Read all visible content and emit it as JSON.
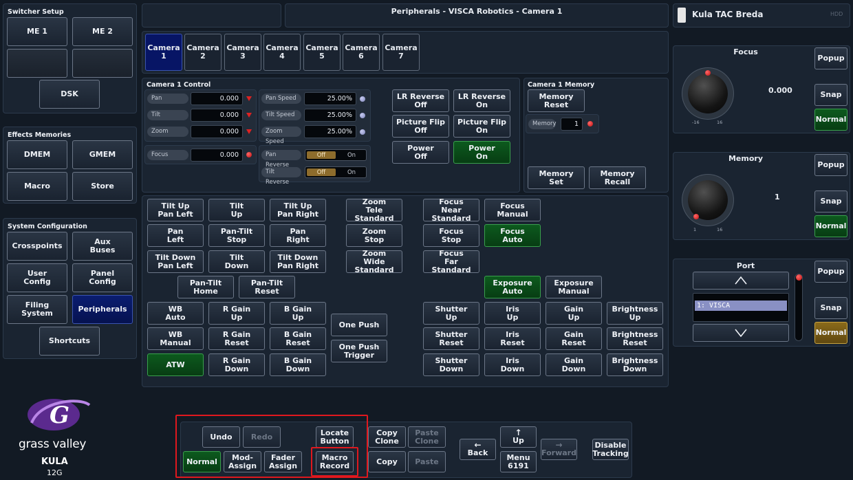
{
  "left": {
    "switcher_setup": {
      "title": "Switcher Setup",
      "me1": "ME 1",
      "me2": "ME 2",
      "dsk": "DSK"
    },
    "effects_memories": {
      "title": "Effects Memories",
      "dmem": "DMEM",
      "gmem": "GMEM",
      "macro": "Macro",
      "store": "Store"
    },
    "system_config": {
      "title": "System Configuration",
      "crosspoints": "Crosspoints",
      "aux_buses": "Aux\nBuses",
      "user_config": "User\nConfig",
      "panel_config": "Panel\nConfig",
      "filing_system": "Filing\nSystem",
      "peripherals": "Peripherals",
      "shortcuts": "Shortcuts"
    },
    "logo": {
      "brand": "grass valley",
      "product": "KULA",
      "model": "12G"
    }
  },
  "header": {
    "title": "Peripherals - VISCA Robotics - Camera 1"
  },
  "camera_tabs": [
    "Camera\n1",
    "Camera\n2",
    "Camera\n3",
    "Camera\n4",
    "Camera\n5",
    "Camera\n6",
    "Camera\n7"
  ],
  "camera_control": {
    "title": "Camera 1 Control",
    "pan": {
      "label": "Pan",
      "value": "0.000"
    },
    "tilt": {
      "label": "Tilt",
      "value": "0.000"
    },
    "zoom": {
      "label": "Zoom",
      "value": "0.000"
    },
    "focus": {
      "label": "Focus",
      "value": "0.000"
    },
    "pan_speed": {
      "label": "Pan Speed",
      "value": "25.00%"
    },
    "tilt_speed": {
      "label": "Tilt Speed",
      "value": "25.00%"
    },
    "zoom_speed": {
      "label": "Zoom Speed",
      "value": "25.00%"
    },
    "pan_reverse": {
      "label": "Pan Reverse",
      "off": "Off",
      "on": "On"
    },
    "tilt_reverse": {
      "label": "Tilt Reverse",
      "off": "Off",
      "on": "On"
    }
  },
  "toggles": {
    "lr_reverse_off": "LR Reverse\nOff",
    "lr_reverse_on": "LR Reverse\nOn",
    "picture_flip_off": "Picture Flip\nOff",
    "picture_flip_on": "Picture Flip\nOn",
    "power_off": "Power\nOff",
    "power_on": "Power\nOn"
  },
  "camera_memory": {
    "title": "Camera 1 Memory",
    "reset": "Memory\nReset",
    "label": "Memory",
    "value": "1",
    "set": "Memory\nSet",
    "recall": "Memory\nRecall"
  },
  "pan_tilt": {
    "tilt_up_pan_left": "Tilt Up\nPan Left",
    "tilt_up": "Tilt\nUp",
    "tilt_up_pan_right": "Tilt Up\nPan Right",
    "pan_left": "Pan\nLeft",
    "pan_tilt_stop": "Pan-Tilt\nStop",
    "pan_right": "Pan\nRight",
    "tilt_down_pan_left": "Tilt Down\nPan Left",
    "tilt_down": "Tilt\nDown",
    "tilt_down_pan_right": "Tilt Down\nPan Right",
    "home": "Pan-Tilt\nHome",
    "reset": "Pan-Tilt\nReset"
  },
  "zoom": {
    "tele": "Zoom\nTele Standard",
    "stop": "Zoom\nStop",
    "wide": "Zoom\nWide Standard"
  },
  "focus_btns": {
    "near": "Focus\nNear Standard",
    "manual": "Focus\nManual",
    "stop": "Focus\nStop",
    "auto": "Focus\nAuto",
    "far": "Focus\nFar Standard"
  },
  "exposure": {
    "auto": "Exposure\nAuto",
    "manual": "Exposure\nManual"
  },
  "white_balance": {
    "wb_auto": "WB\nAuto",
    "r_gain_up": "R Gain\nUp",
    "b_gain_up": "B Gain\nUp",
    "wb_manual": "WB\nManual",
    "r_gain_reset": "R Gain\nReset",
    "b_gain_reset": "B Gain\nReset",
    "atw": "ATW",
    "r_gain_down": "R Gain\nDown",
    "b_gain_down": "B Gain\nDown",
    "one_push": "One Push",
    "one_push_trigger": "One Push\nTrigger"
  },
  "exposure_grid": {
    "shutter_up": "Shutter\nUp",
    "iris_up": "Iris\nUp",
    "gain_up": "Gain\nUp",
    "brightness_up": "Brightness\nUp",
    "shutter_reset": "Shutter\nReset",
    "iris_reset": "Iris\nReset",
    "gain_reset": "Gain\nReset",
    "brightness_reset": "Brightness\nReset",
    "shutter_down": "Shutter\nDown",
    "iris_down": "Iris\nDown",
    "gain_down": "Gain\nDown",
    "brightness_down": "Brightness\nDown"
  },
  "bottom": {
    "undo": "Undo",
    "redo": "Redo",
    "locate_button": "Locate\nButton",
    "normal": "Normal",
    "mod_assign": "Mod-\nAssign",
    "fader_assign": "Fader\nAssign",
    "macro_record": "Macro\nRecord",
    "copy_clone": "Copy\nClone",
    "paste_clone": "Paste\nClone",
    "copy": "Copy",
    "paste": "Paste",
    "back": "Back",
    "up": "Up",
    "menu": "Menu\n6191",
    "forward": "Forward",
    "disable_tracking": "Disable\nTracking"
  },
  "right": {
    "device": {
      "name": "Kula TAC Breda",
      "badge": "HDD"
    },
    "focus": {
      "title": "Focus",
      "value": "0.000",
      "min": "-16",
      "max": "16",
      "popup": "Popup",
      "snap": "Snap",
      "normal": "Normal"
    },
    "memory": {
      "title": "Memory",
      "value": "1",
      "min": "1",
      "max": "16",
      "popup": "Popup",
      "snap": "Snap",
      "normal": "Normal"
    },
    "port": {
      "title": "Port",
      "item": "1: VISCA",
      "popup": "Popup",
      "snap": "Snap",
      "normal": "Normal"
    }
  },
  "colors": {
    "accent_green": "#0d5a1e",
    "accent_blue": "#071565",
    "accent_amber": "#8a6a1a",
    "highlight_red": "#e0181e"
  }
}
